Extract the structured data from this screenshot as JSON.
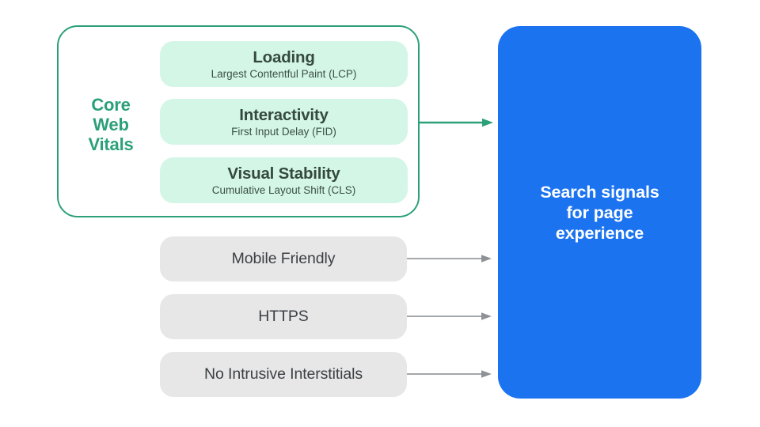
{
  "colors": {
    "green_accent": "#2ba079",
    "mint_fill": "#d4f6e7",
    "pill_text_dark": "#35493f",
    "blue_fill": "#1b73f0",
    "blue_box_text": "#ffffff",
    "gray_fill": "#e7e7e8",
    "gray_text": "#3c4043",
    "gray_arrow": "#a4a7ab",
    "background": "#ffffff"
  },
  "core_web_vitals": {
    "label": "Core\nWeb\nVitals",
    "items": [
      {
        "title": "Loading",
        "subtitle": "Largest Contentful Paint (LCP)"
      },
      {
        "title": "Interactivity",
        "subtitle": "First Input Delay (FID)"
      },
      {
        "title": "Visual Stability",
        "subtitle": "Cumulative Layout Shift (CLS)"
      }
    ]
  },
  "other_signals": {
    "items": [
      {
        "label": "Mobile Friendly"
      },
      {
        "label": "HTTPS"
      },
      {
        "label": "No Intrusive Interstitials"
      }
    ]
  },
  "search_signals": {
    "label": "Search signals\nfor page\nexperience"
  }
}
